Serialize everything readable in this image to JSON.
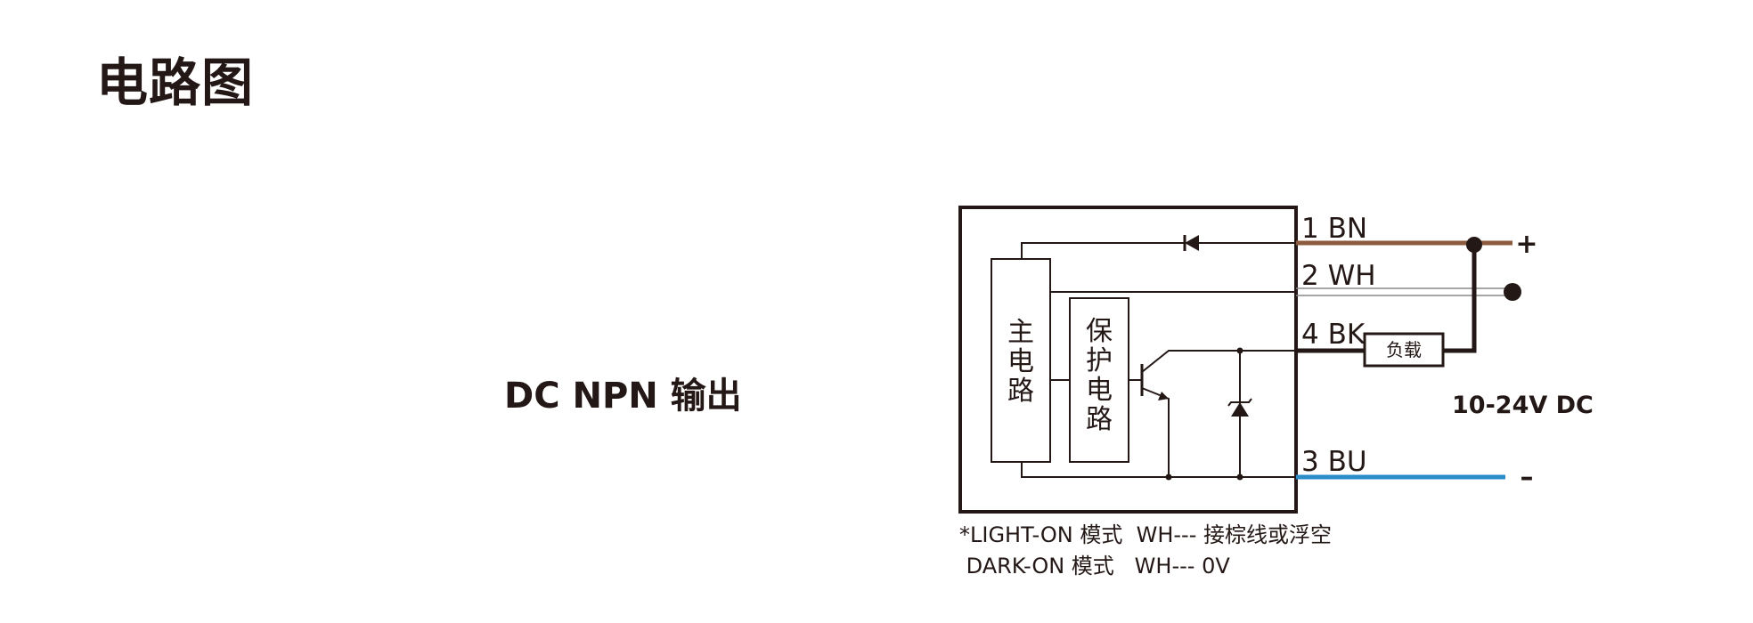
{
  "page_title": "电路图",
  "output_type": "DC NPN 输出",
  "diagram": {
    "wires": [
      {
        "label": "1 BN",
        "color": "#8c5a3c"
      },
      {
        "label": "2 WH",
        "color": "#888888"
      },
      {
        "label": "4 BK",
        "color": "#231815"
      },
      {
        "label": "3 BU",
        "color": "#2a8cc8"
      }
    ],
    "main_circuit": [
      "主",
      "电",
      "路"
    ],
    "protection_circuit": [
      "保",
      "护",
      "电",
      "路"
    ],
    "load_label": "负载",
    "positive_sign": "+",
    "negative_sign": "–",
    "supply_voltage": "10-24V DC"
  },
  "notes": [
    "*LIGHT-ON 模式  WH--- 接棕线或浮空",
    " DARK-ON 模式   WH--- 0V"
  ]
}
